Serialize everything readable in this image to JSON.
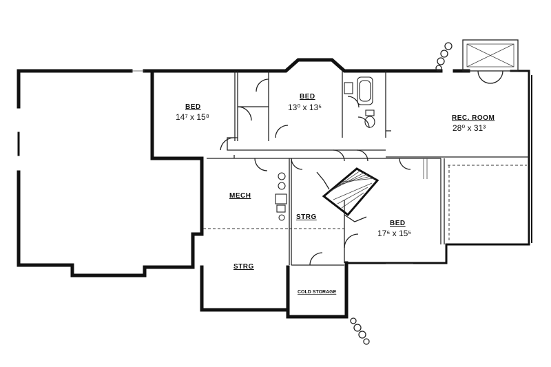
{
  "rooms": {
    "bed1": {
      "name": "BED",
      "dims": "14⁷ x 15⁸"
    },
    "bed2": {
      "name": "BED",
      "dims": "13⁰ x 13⁵"
    },
    "rec": {
      "name": "REC. ROOM",
      "dims": "28⁰ x 31³"
    },
    "mech": {
      "name": "MECH"
    },
    "strg1": {
      "name": "STRG"
    },
    "bed3": {
      "name": "BED",
      "dims": "17⁶ x 15⁵"
    },
    "strg2": {
      "name": "STRG"
    },
    "cold": {
      "name": "COLD STORAGE"
    }
  },
  "colors": {
    "wall": "#111111",
    "background": "#ffffff"
  }
}
